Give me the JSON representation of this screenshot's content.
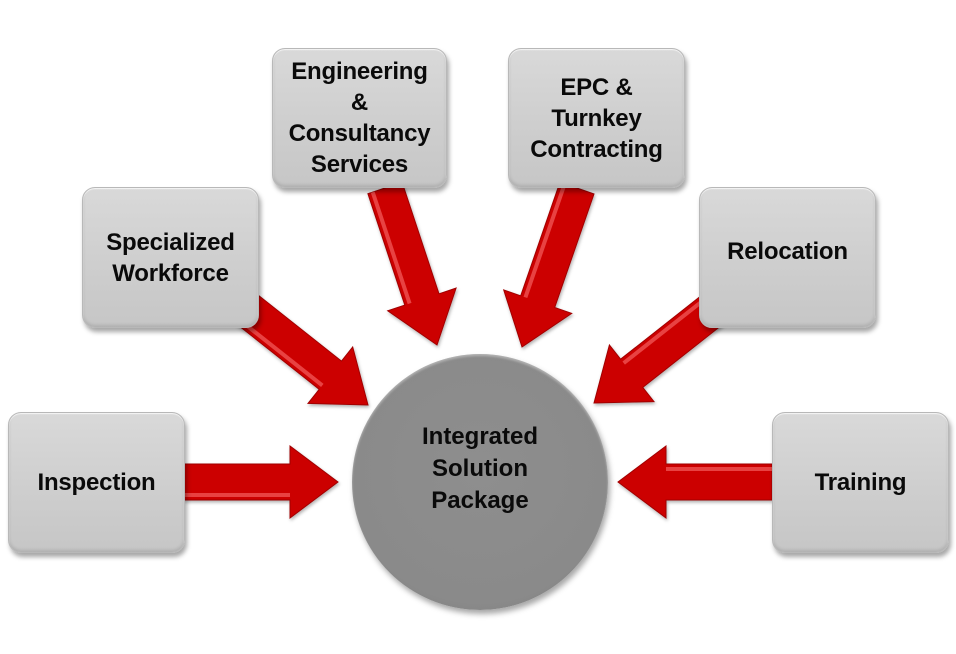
{
  "diagram": {
    "type": "hub-and-spoke",
    "hub": {
      "label": "Integrated\nSolution\nPackage"
    },
    "spokes": [
      {
        "id": "inspection",
        "label": "Inspection",
        "direction": "to-hub"
      },
      {
        "id": "specialized-workforce",
        "label": "Specialized\nWorkforce",
        "direction": "to-hub"
      },
      {
        "id": "engineering",
        "label": "Engineering\n&\nConsultancy\nServices",
        "direction": "to-hub"
      },
      {
        "id": "epc",
        "label": "EPC &\nTurnkey\nContracting",
        "direction": "to-hub"
      },
      {
        "id": "relocation",
        "label": "Relocation",
        "direction": "to-hub"
      },
      {
        "id": "training",
        "label": "Training",
        "direction": "to-hub"
      }
    ],
    "colors": {
      "arrow": "#cc0000",
      "box": "#cfcfcf",
      "hub": "#8a8a8a",
      "text": "#0a0a0a"
    }
  }
}
